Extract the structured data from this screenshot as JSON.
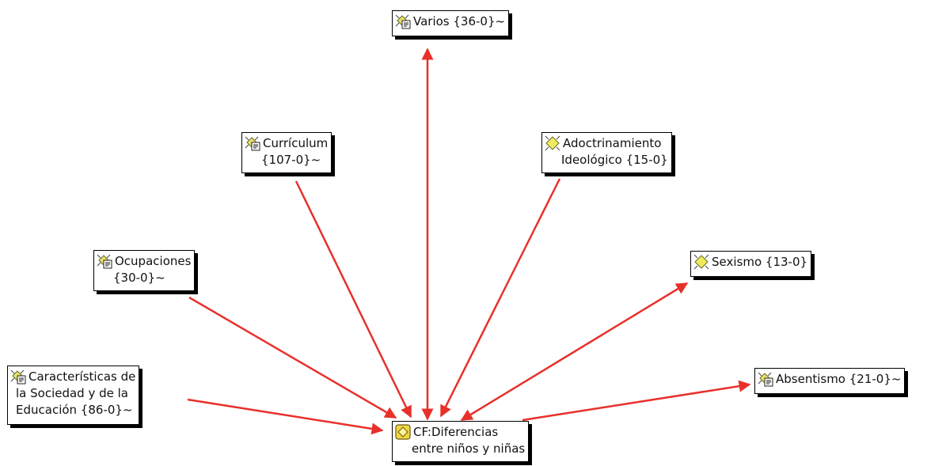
{
  "network": {
    "nodes": {
      "varios": {
        "lines": [
          "Varios {36-0}~"
        ],
        "icon": "code-comment-icon"
      },
      "curriculum": {
        "lines": [
          "Currículum",
          "{107-0}~"
        ],
        "icon": "code-comment-icon"
      },
      "adoctrinamiento": {
        "lines": [
          "Adoctrinamiento",
          "Ideológico {15-0}"
        ],
        "icon": "code-icon"
      },
      "ocupaciones": {
        "lines": [
          "Ocupaciones",
          "{30-0}~"
        ],
        "icon": "code-comment-icon"
      },
      "sexismo": {
        "lines": [
          "Sexismo {13-0}"
        ],
        "icon": "code-icon"
      },
      "caracteristicas": {
        "lines": [
          "Características de",
          "la Sociedad y de la",
          "Educación {86-0}~"
        ],
        "icon": "code-comment-icon"
      },
      "absentismo": {
        "lines": [
          "Absentismo {21-0}~"
        ],
        "icon": "code-comment-icon"
      },
      "cf": {
        "lines": [
          "CF:Diferencias",
          "entre niños y niñas"
        ],
        "icon": "code-family-icon"
      }
    },
    "edge_color": "#e8302a"
  }
}
